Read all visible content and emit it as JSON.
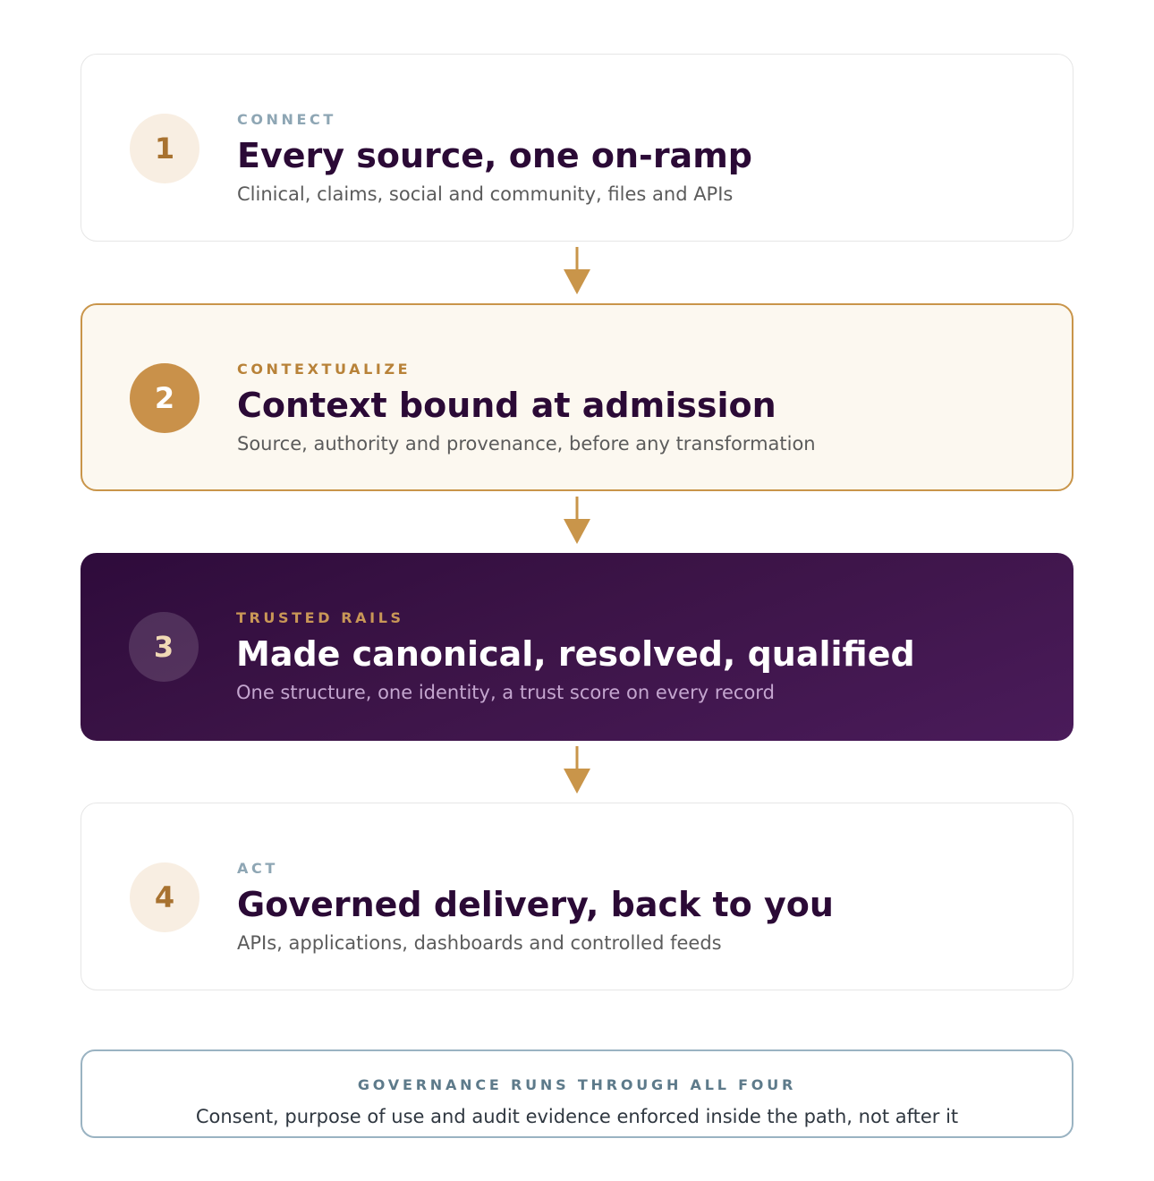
{
  "steps": [
    {
      "number": "1",
      "eyebrow": "CONNECT",
      "title": "Every source, one on-ramp",
      "description": "Clinical, claims, social and community, files and APIs"
    },
    {
      "number": "2",
      "eyebrow": "CONTEXTUALIZE",
      "title": "Context bound at admission",
      "description": "Source, authority and provenance, before any transformation"
    },
    {
      "number": "3",
      "eyebrow": "TRUSTED RAILS",
      "title": "Made canonical, resolved, qualified",
      "description": "One structure, one identity, a trust score on every record"
    },
    {
      "number": "4",
      "eyebrow": "ACT",
      "title": "Governed delivery, back to you",
      "description": "APIs, applications, dashboards and controlled feeds"
    }
  ],
  "governance": {
    "label": "GOVERNANCE RUNS THROUGH ALL FOUR",
    "description": "Consent, purpose of use and audit evidence enforced inside the path, not after it"
  },
  "colors": {
    "accent_gold": "#c9954a",
    "deep_purple": "#2b0a36",
    "governance_border": "#9ab3c2"
  }
}
